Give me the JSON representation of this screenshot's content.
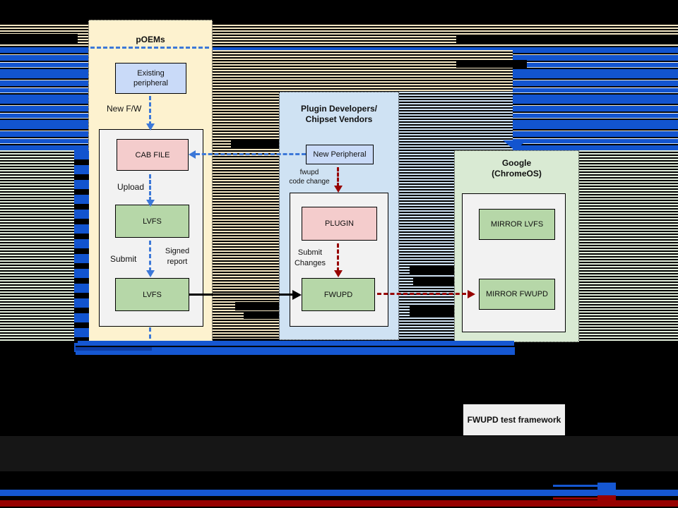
{
  "diagram": {
    "poems": {
      "title": "pOEMs",
      "existing_peripheral": "Existing peripheral",
      "new_fw_label": "New F/W",
      "cab_file": "CAB FILE",
      "upload_label": "Upload",
      "lvfs_upper": "LVFS",
      "submit_label": "Submit",
      "signed_report_line1": "Signed",
      "signed_report_line2": "report",
      "lvfs_lower": "LVFS"
    },
    "plugin_devs": {
      "title_line1": "Plugin Developers/",
      "title_line2": "Chipset Vendors",
      "new_peripheral": "New Peripheral",
      "fwupd_code_change_line1": "fwupd",
      "fwupd_code_change_line2": "code change",
      "plugin": "PLUGIN",
      "submit_changes_line1": "Submit",
      "submit_changes_line2": "Changes",
      "fwupd": "FWUPD"
    },
    "google": {
      "title_line1": "Google",
      "title_line2": "(ChromeOS)",
      "mirror_lvfs": "MIRROR LVFS",
      "mirror_fwupd": "MIRROR FWUPD"
    },
    "test_framework": "FWUPD test framework"
  },
  "colors": {
    "accent_blue": "#1557d2",
    "dash_blue": "#3c78d8",
    "dark_red": "#970100",
    "cream_panel": "#fdf2cf",
    "blue_panel": "#cfe2f3",
    "green_panel": "#d9ead3",
    "pink_box": "#f4cccc",
    "green_box": "#b6d7a8",
    "peripheral_box": "#c9daf8",
    "gray_box": "#f2f2f2"
  }
}
